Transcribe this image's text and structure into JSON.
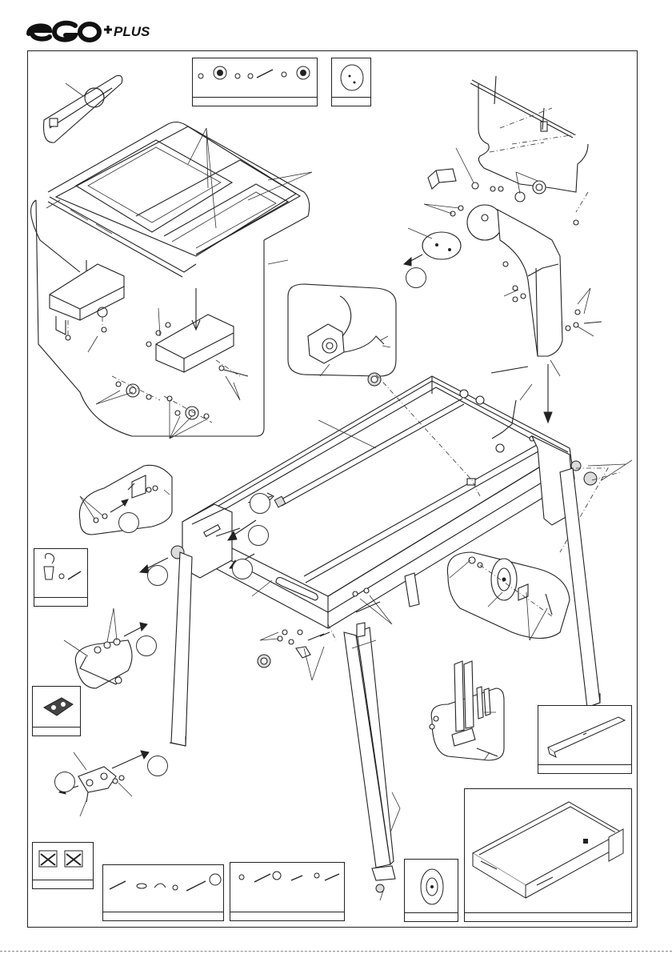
{
  "brand": {
    "logo_text": "EGO PLUS",
    "colors": {
      "ink": "#222222",
      "paper": "#ffffff",
      "shade": "#dcdcdc"
    }
  },
  "callouts": {
    "count": 11
  },
  "insets": {
    "hardware_top": "bolt-nut-wheel-kit",
    "plate_top": "round-plate",
    "cable_clip": "cable-clip",
    "foot": "foot-bracket",
    "corner_pads": "corner-pads",
    "bolt_set_a": "bolt-set-a",
    "bolt_set_b": "bolt-set-b",
    "wheel": "wheel",
    "rail": "rail",
    "tray": "tray"
  },
  "icons": [
    "logo-icon",
    "saw-blade-icon",
    "wheel-icon",
    "bolt-icon",
    "nut-icon",
    "wrench-icon",
    "arrow-icon"
  ]
}
